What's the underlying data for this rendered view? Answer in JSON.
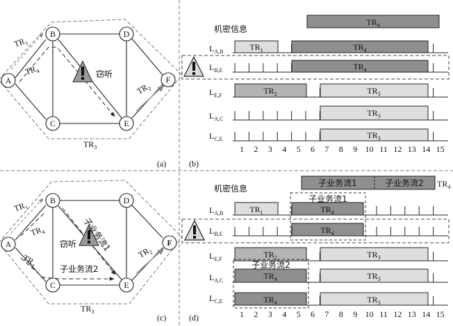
{
  "panel_a": {
    "nodes": [
      "A",
      "B",
      "C",
      "D",
      "E",
      "F"
    ],
    "eaves_label": "窃听",
    "tr1": "TR",
    "tr1_sub": "1",
    "tr2": "TR",
    "tr2_sub": "2",
    "tr3": "TR",
    "tr3_sub": "3",
    "tr4": "TR",
    "tr4_sub": "4",
    "caption": "(a)"
  },
  "panel_b": {
    "title": "机密信息",
    "top_bar": "TR",
    "top_bar_sub": "4",
    "rows": [
      {
        "L": "L",
        "sub": "A,B"
      },
      {
        "L": "L",
        "sub": "B,E"
      },
      {
        "L": "L",
        "sub": "E,F"
      },
      {
        "L": "L",
        "sub": "A,C"
      },
      {
        "L": "L",
        "sub": "C,E"
      }
    ],
    "bars": {
      "ab1": "TR",
      "ab1_sub": "1",
      "ab2": "TR",
      "ab2_sub": "4",
      "be": "TR",
      "be_sub": "4",
      "ef1": "TR",
      "ef1_sub": "2",
      "ef2": "TR",
      "ef2_sub": "3",
      "ac": "TR",
      "ac_sub": "3",
      "ce": "TR",
      "ce_sub": "3"
    },
    "slots": [
      "1",
      "2",
      "3",
      "4",
      "5",
      "6",
      "7",
      "8",
      "9",
      "10",
      "11",
      "12",
      "13",
      "14",
      "15"
    ],
    "caption": "(b)"
  },
  "panel_c": {
    "nodes": [
      "A",
      "B",
      "C",
      "D",
      "E",
      "F"
    ],
    "eaves_label": "窃听",
    "subflow1": "子业务流1",
    "subflow2": "子业务流2",
    "tr1": "TR",
    "tr1_sub": "1",
    "tr4a": "TR",
    "tr4a_sub": "4",
    "tr4b": "TR",
    "tr4b_sub": "4",
    "tr2": "TR",
    "tr2_sub": "2",
    "tr3": "TR",
    "tr3_sub": "3",
    "caption": "(c)"
  },
  "panel_d": {
    "title": "机密信息",
    "top_bar_1": "子业务流1",
    "top_bar_2": "子业务流2",
    "top_bar_tag": "TR",
    "top_bar_tag_sub": "4",
    "subflow1_box": "子业务流1",
    "subflow2_box": "子业务流2",
    "rows": [
      {
        "L": "L",
        "sub": "A,B"
      },
      {
        "L": "L",
        "sub": "B,E"
      },
      {
        "L": "L",
        "sub": "E,F"
      },
      {
        "L": "L",
        "sub": "A,C"
      },
      {
        "L": "L",
        "sub": "C,E"
      }
    ],
    "bars": {
      "ab1": "TR",
      "ab1_sub": "1",
      "ab2": "TR",
      "ab2_sub": "4",
      "be": "TR",
      "be_sub": "4",
      "ef1": "TR",
      "ef1_sub": "2",
      "ef2": "TR",
      "ef2_sub": "3",
      "ac1": "TR",
      "ac1_sub": "4",
      "ac2": "TR",
      "ac2_sub": "3",
      "ce1": "TR",
      "ce1_sub": "4",
      "ce2": "TR",
      "ce2_sub": "3"
    },
    "slots": [
      "1",
      "2",
      "3",
      "4",
      "5",
      "6",
      "7",
      "8",
      "9",
      "10",
      "11",
      "12",
      "13",
      "14",
      "15"
    ],
    "caption": "(d)"
  }
}
